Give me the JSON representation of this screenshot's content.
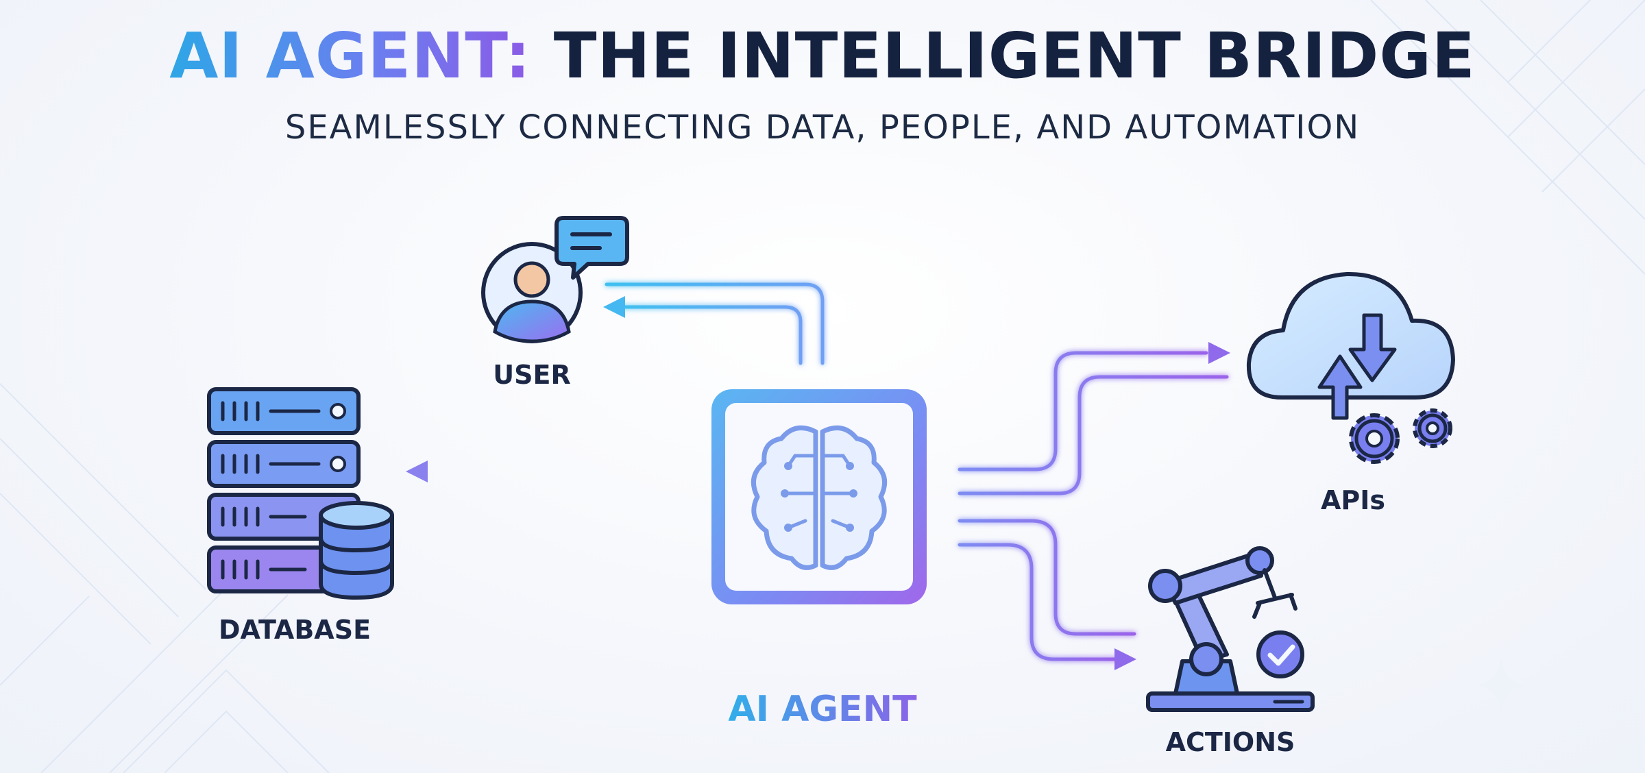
{
  "header": {
    "title_accent": "AI AGENT:",
    "title_rest": "THE INTELLIGENT BRIDGE",
    "subtitle": "SEAMLESSLY CONNECTING DATA, PEOPLE, AND AUTOMATION"
  },
  "nodes": {
    "user": "USER",
    "database": "DATABASE",
    "agent": "AI AGENT",
    "apis": "APIs",
    "actions": "ACTIONS"
  },
  "colors": {
    "navy": "#1b2745",
    "cyan": "#3ab8ee",
    "blue": "#6a86f2",
    "purple": "#8c5fe8"
  },
  "icons": {
    "user": "user-chat-icon",
    "database": "database-server-icon",
    "agent": "brain-chip-icon",
    "apis": "cloud-sync-gears-icon",
    "actions": "robot-arm-icon"
  }
}
